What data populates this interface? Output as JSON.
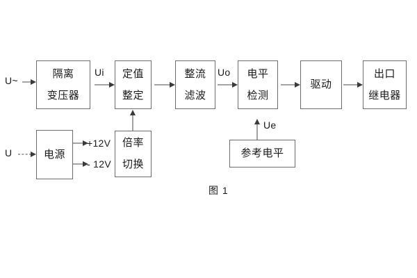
{
  "figure": {
    "caption": "图 1",
    "blocks": [
      {
        "id": "isolation-transformer",
        "lines": [
          "隔离",
          "变压器"
        ]
      },
      {
        "id": "setting-value",
        "lines": [
          "定值",
          "整定"
        ]
      },
      {
        "id": "rectify-filter",
        "lines": [
          "整流",
          "滤波"
        ]
      },
      {
        "id": "level-detection",
        "lines": [
          "电平",
          "检测"
        ]
      },
      {
        "id": "drive",
        "lines": [
          "驱动"
        ]
      },
      {
        "id": "output-relay",
        "lines": [
          "出口",
          "继电器"
        ]
      },
      {
        "id": "power-supply",
        "lines": [
          "电源"
        ]
      },
      {
        "id": "multiplier-switch",
        "lines": [
          "倍率",
          "切换"
        ]
      },
      {
        "id": "reference-level",
        "lines": [
          "参考电平"
        ]
      }
    ],
    "signals": {
      "input_ac": "U~",
      "input_power": "U",
      "ui": "Ui",
      "uo": "Uo",
      "ue": "Ue",
      "rail_positive": "+12V",
      "rail_negative": "- 12V"
    },
    "colors": {
      "background": "#ffffff",
      "block_border": "#6b6b6b",
      "text": "#1a1a1a",
      "connector": "#4a4a4a"
    }
  }
}
